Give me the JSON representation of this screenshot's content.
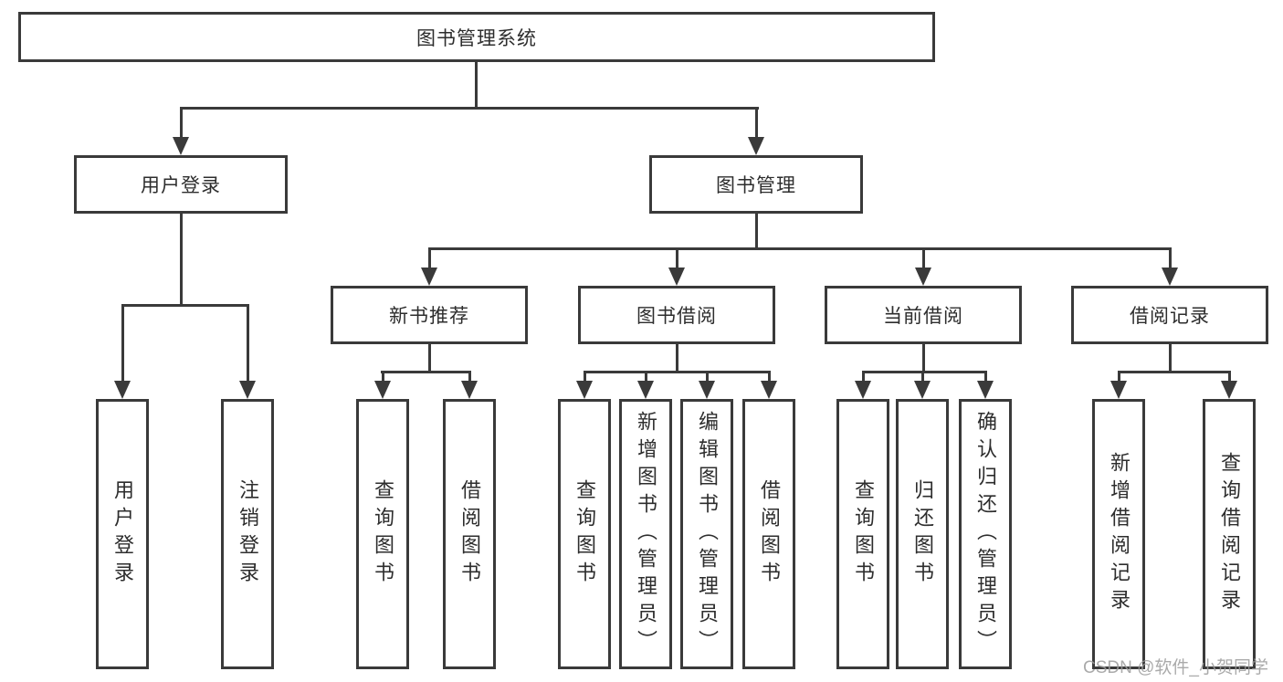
{
  "diagram": {
    "root": {
      "label": "图书管理系统"
    },
    "level1": [
      {
        "label": "用户登录"
      },
      {
        "label": "图书管理"
      }
    ],
    "level2": [
      {
        "label": "新书推荐"
      },
      {
        "label": "图书借阅"
      },
      {
        "label": "当前借阅"
      },
      {
        "label": "借阅记录"
      }
    ],
    "leaves": {
      "user_login": [
        {
          "label": "用户登录"
        },
        {
          "label": "注销登录"
        }
      ],
      "new_book": [
        {
          "label": "查询图书"
        },
        {
          "label": "借阅图书"
        }
      ],
      "book_borrow": [
        {
          "label": "查询图书"
        },
        {
          "label": "新增图书（管理员）"
        },
        {
          "label": "编辑图书（管理员）"
        },
        {
          "label": "借阅图书"
        }
      ],
      "current_borrow": [
        {
          "label": "查询图书"
        },
        {
          "label": "归还图书"
        },
        {
          "label": "确认归还（管理员）"
        }
      ],
      "borrow_records": [
        {
          "label": "新增借阅记录"
        },
        {
          "label": "查询借阅记录"
        }
      ]
    }
  },
  "watermark": {
    "text": "CSDN @软件_小贺同学"
  },
  "colors": {
    "line": "#3a3a3a",
    "text": "#2d2d2d",
    "watermark": "#9c9c9c",
    "background": "#ffffff"
  }
}
